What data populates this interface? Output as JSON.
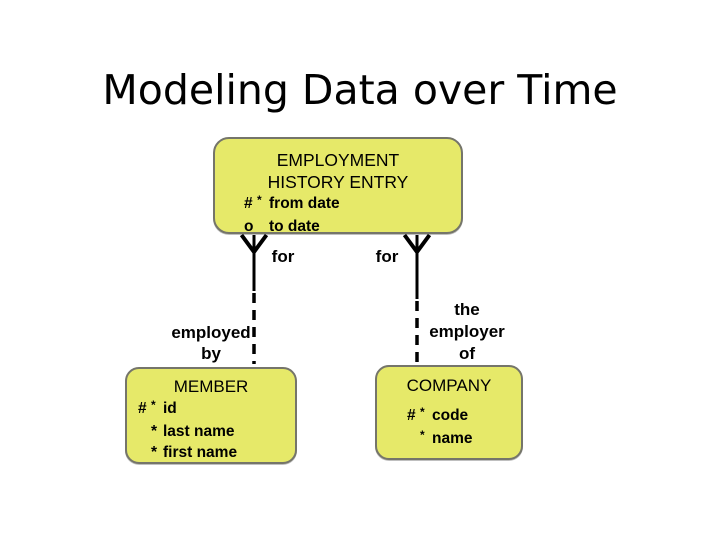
{
  "title": "Modeling Data over Time",
  "colors": {
    "entity_fill": "#e6e969",
    "entity_border": "#75756a",
    "connector": "#000000",
    "background": "#ffffff",
    "text": "#000000"
  },
  "entities": {
    "employment_history_entry": {
      "name_line1": "EMPLOYMENT",
      "name_line2": "HISTORY ENTRY",
      "rows": [
        {
          "m1": "#",
          "m2": "*",
          "label": "from date"
        },
        {
          "m1": "o",
          "m2": "",
          "label": "to date"
        }
      ]
    },
    "member": {
      "name": "MEMBER",
      "rows": [
        {
          "m1": "#",
          "m2": "*",
          "label": "id"
        },
        {
          "m1": "",
          "m2": "*",
          "label": "last name"
        },
        {
          "m1": "",
          "m2": "*",
          "label": "first name"
        }
      ]
    },
    "company": {
      "name": "COMPANY",
      "rows": [
        {
          "m1": "#",
          "m2": "*",
          "label": "code"
        },
        {
          "m1": "",
          "m2": "*",
          "label": "name"
        }
      ]
    }
  },
  "relationships": {
    "left": {
      "near_label": "for",
      "far_line1": "employed",
      "far_line2": "by"
    },
    "right": {
      "near_label": "for",
      "far_line1": "the",
      "far_line2": "employer",
      "far_line3": "of"
    }
  }
}
